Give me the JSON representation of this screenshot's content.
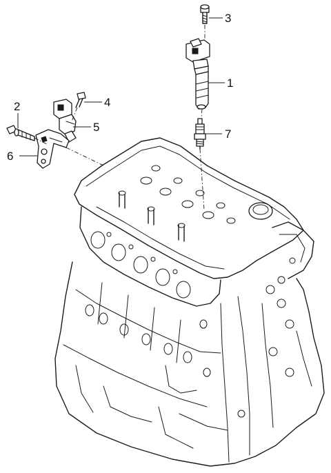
{
  "callouts": [
    {
      "id": "1",
      "label": "1"
    },
    {
      "id": "2",
      "label": "2"
    },
    {
      "id": "3",
      "label": "3"
    },
    {
      "id": "4",
      "label": "4"
    },
    {
      "id": "5",
      "label": "5"
    },
    {
      "id": "6",
      "label": "6"
    },
    {
      "id": "7",
      "label": "7"
    }
  ],
  "colors": {
    "ink": "#1a1a1a",
    "background": "#ffffff"
  }
}
